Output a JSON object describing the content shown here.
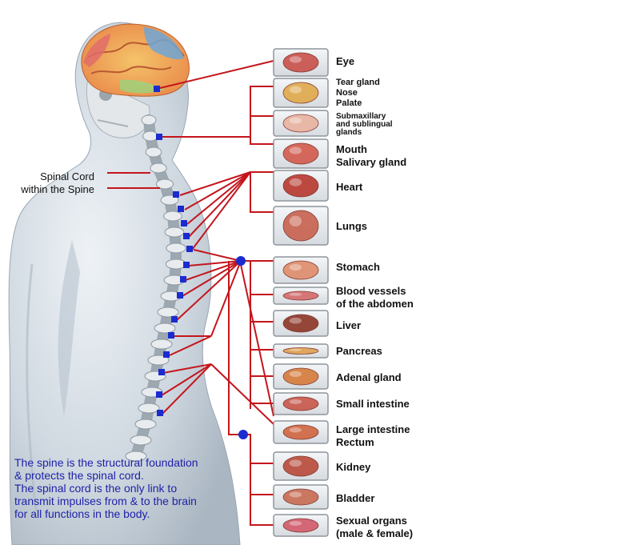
{
  "spinal_label": {
    "line1": "Spinal Cord",
    "line2": "within the Spine"
  },
  "organs": [
    {
      "name": "eye",
      "lines": [
        "Eye"
      ],
      "icon": "eye-icon"
    },
    {
      "name": "tear-gland-nose-palate",
      "lines": [
        "Tear gland",
        "Nose",
        "Palate"
      ],
      "icon": "nose-icon"
    },
    {
      "name": "submaxillary-glands",
      "lines": [
        "Submaxillary",
        "and sublingual",
        "glands"
      ],
      "icon": "gland-icon"
    },
    {
      "name": "mouth-salivary-gland",
      "lines": [
        "Mouth",
        "Salivary gland"
      ],
      "icon": "mouth-icon"
    },
    {
      "name": "heart",
      "lines": [
        "Heart"
      ],
      "icon": "heart-icon"
    },
    {
      "name": "lungs",
      "lines": [
        "Lungs"
      ],
      "icon": "lungs-icon"
    },
    {
      "name": "stomach",
      "lines": [
        "Stomach"
      ],
      "icon": "stomach-icon"
    },
    {
      "name": "blood-vessels",
      "lines": [
        "Blood vessels",
        "of the abdomen"
      ],
      "icon": "blood-vessel-icon"
    },
    {
      "name": "liver",
      "lines": [
        "Liver"
      ],
      "icon": "liver-icon"
    },
    {
      "name": "pancreas",
      "lines": [
        "Pancreas"
      ],
      "icon": "pancreas-icon"
    },
    {
      "name": "adrenal-gland",
      "lines": [
        "Adenal gland"
      ],
      "icon": "kidney-gland-icon"
    },
    {
      "name": "small-intestine",
      "lines": [
        "Small intestine"
      ],
      "icon": "small-intestine-icon"
    },
    {
      "name": "large-intestine",
      "lines": [
        "Large intestine",
        "Rectum"
      ],
      "icon": "large-intestine-icon"
    },
    {
      "name": "kidney",
      "lines": [
        "Kidney"
      ],
      "icon": "kidney-icon"
    },
    {
      "name": "bladder",
      "lines": [
        "Bladder"
      ],
      "icon": "bladder-icon"
    },
    {
      "name": "sexual-organs",
      "lines": [
        "Sexual organs",
        "(male & female)"
      ],
      "icon": "reproductive-organs-icon"
    }
  ],
  "caption": {
    "line1": "The spine is the structural foundation",
    "line2": "& protects the spinal cord.",
    "line3": "The spinal cord is the only link to",
    "line4": "transmit impulses from & to the brain",
    "line5": "for all functions in the body."
  },
  "colors": {
    "nerve_line": "#c4151c",
    "vertebra_marker": "#1a2bd0",
    "caption_text": "#1f22a8",
    "body": "#c9d3dc"
  }
}
